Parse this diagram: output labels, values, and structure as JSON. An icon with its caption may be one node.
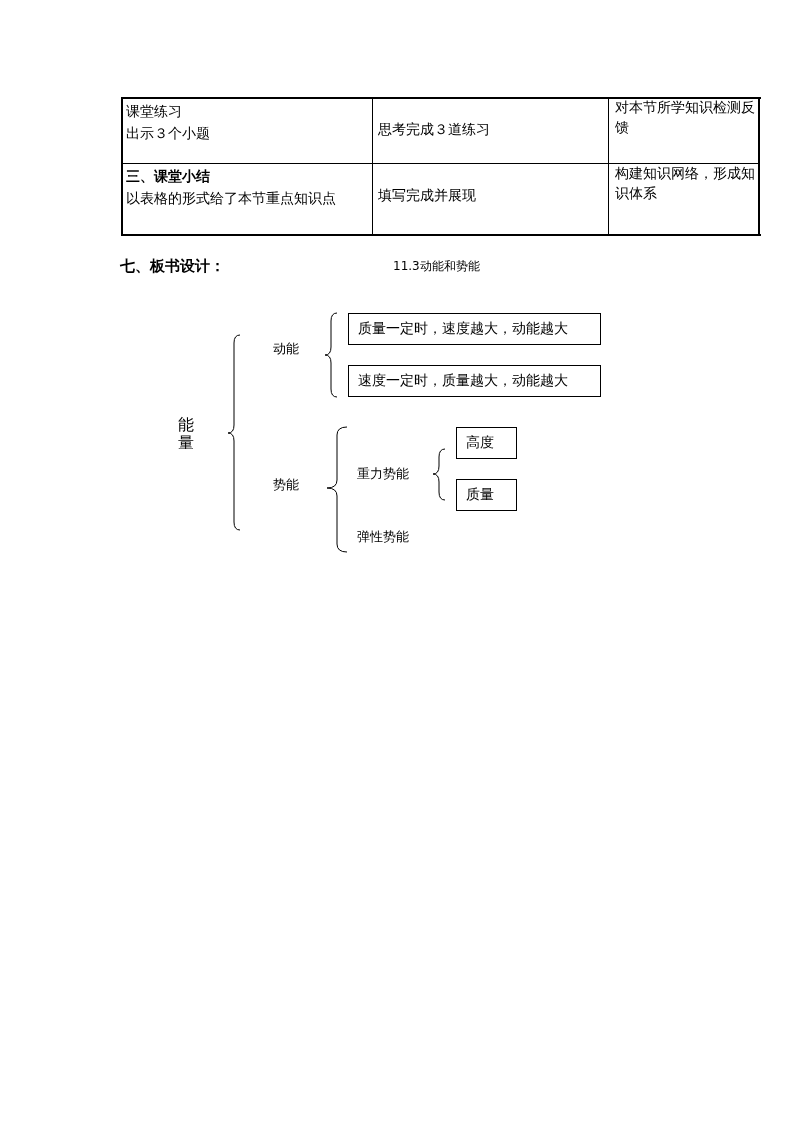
{
  "diagram": {
    "title": "11.3动能和势能",
    "nodes": [
      {
        "text": [
          "质量一定时，速度越大，动能越大"
        ]
      },
      {
        "text": [
          "速度一定时，质量越大，动能越大"
        ]
      },
      {
        "text": [
          "高度"
        ]
      },
      {
        "text": [
          "质量"
        ]
      }
    ],
    "labels": [
      "课堂练习",
      "出示３个小题",
      "思考完成３道练习",
      "对本节所学知识检测反馈",
      "三、课堂小结",
      "以表格的形式给了本节重点知识点",
      "填写完成并展现",
      "构建知识网络，形成知识体系",
      "七、板书设计：",
      "能量",
      "动能",
      "势能",
      "重力势能",
      "弹性势能"
    ]
  }
}
